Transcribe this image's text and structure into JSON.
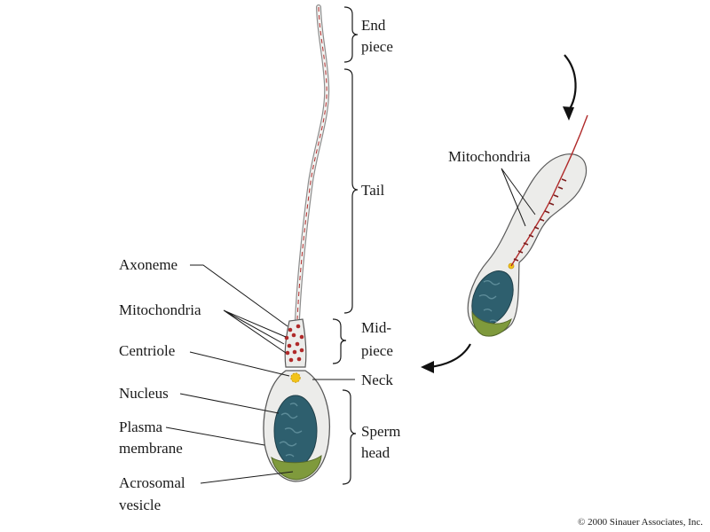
{
  "regions": {
    "end_piece": [
      "End",
      "piece"
    ],
    "tail": "Tail",
    "mid_piece": [
      "Mid-",
      "piece"
    ],
    "neck": "Neck",
    "sperm_head": [
      "Sperm",
      "head"
    ]
  },
  "parts": {
    "axoneme": "Axoneme",
    "mitochondria": "Mitochondria",
    "centriole": "Centriole",
    "nucleus": "Nucleus",
    "plasma_membrane": [
      "Plasma",
      "membrane"
    ],
    "acrosomal_vesicle": [
      "Acrosomal",
      "vesicle"
    ]
  },
  "developing": {
    "mitochondria": "Mitochondria"
  },
  "copyright": "© 2000 Sinauer Associates, Inc.",
  "colors": {
    "cytoplasm": "#ececea",
    "outline": "#5a5a5a",
    "nucleus": "#2e5f6e",
    "acrosome": "#7f9a3c",
    "mitochondria": "#b02a2a",
    "centriole": "#f2c318"
  }
}
